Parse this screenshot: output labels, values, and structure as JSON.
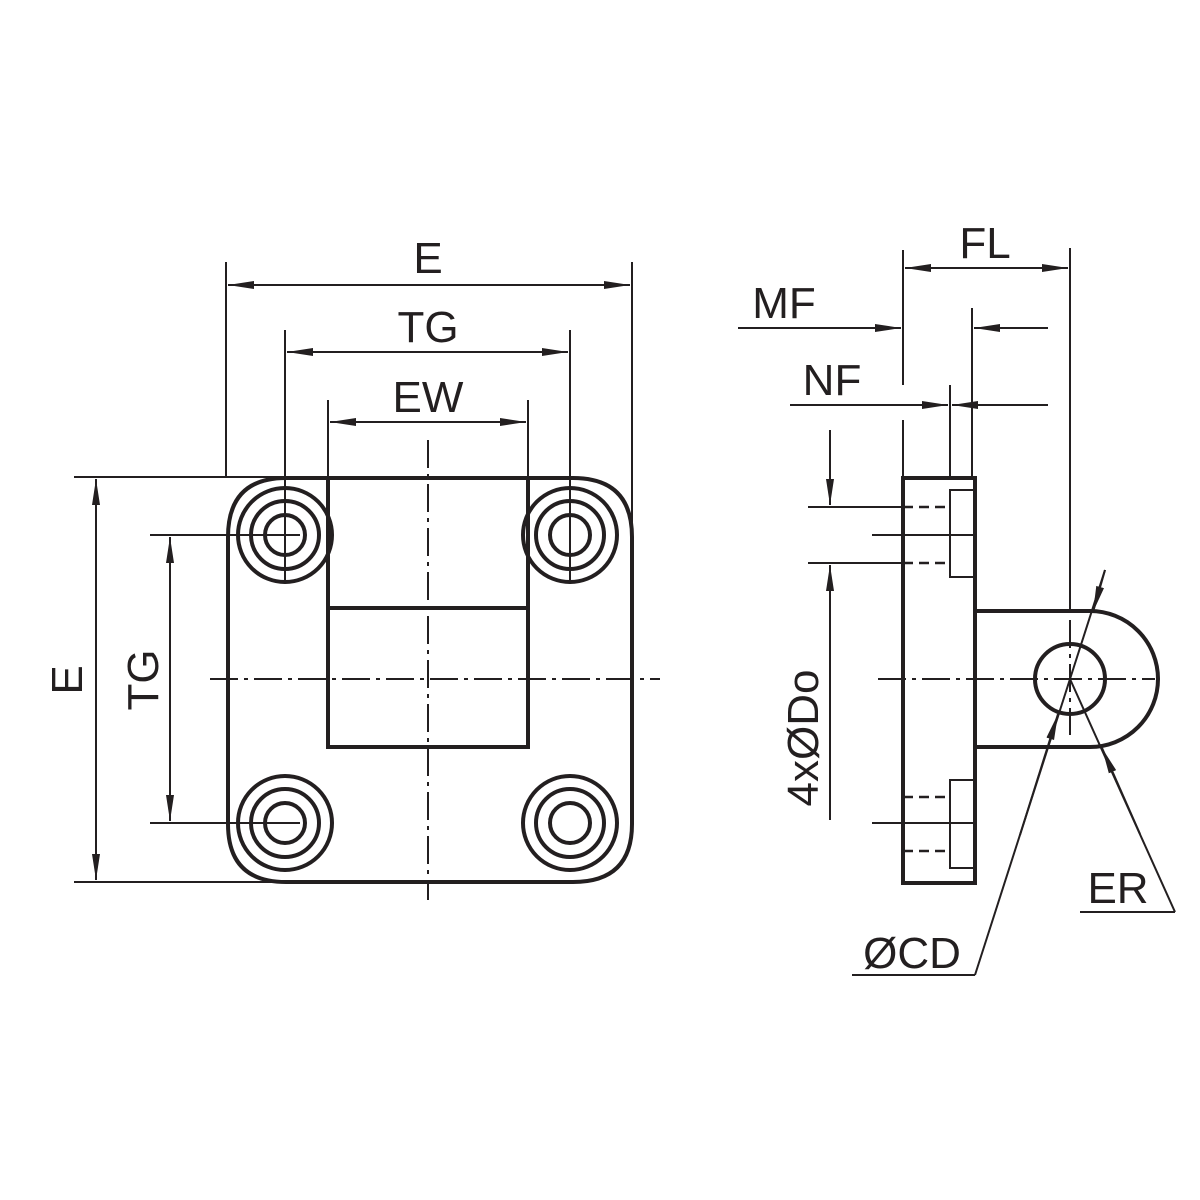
{
  "front_view": {
    "dim_width": "E",
    "dim_bolt_spacing": "TG",
    "dim_slot_width": "EW",
    "dim_height": "E",
    "dim_bolt_spacing_vertical": "TG"
  },
  "side_view": {
    "dim_fl": "FL",
    "dim_mf": "MF",
    "dim_nf": "NF",
    "dim_holes": "4xØDo",
    "dim_er": "ER",
    "dim_cd": "ØCD"
  },
  "colors": {
    "line": "#231f20",
    "background": "#ffffff"
  }
}
